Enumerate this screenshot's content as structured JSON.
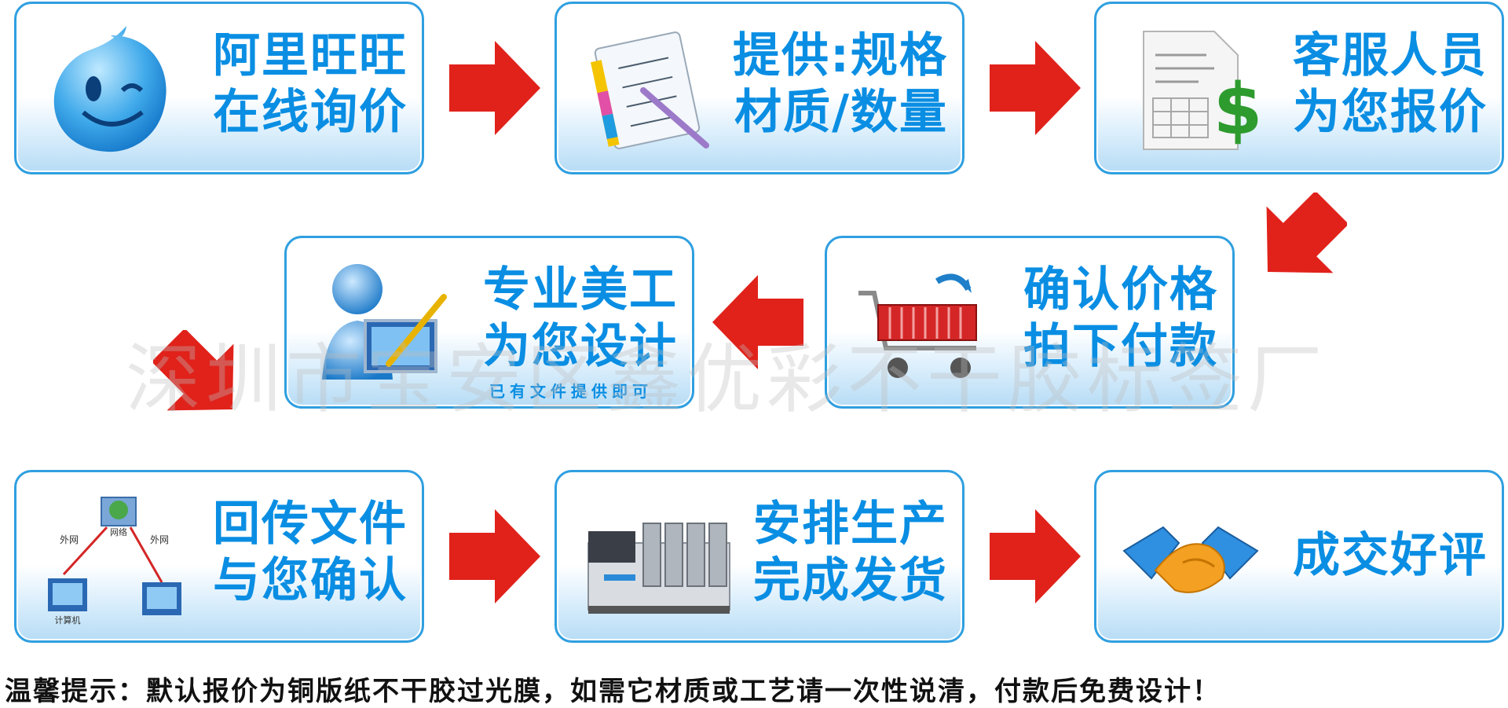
{
  "steps": [
    {
      "line1": "阿里旺旺",
      "line2": "在线询价",
      "icon": "wangwang-mascot-icon"
    },
    {
      "line1": "提供:规格",
      "line2": "材质/数量",
      "icon": "notebook-pen-icon"
    },
    {
      "line1": "客服人员",
      "line2": "为您报价",
      "icon": "invoice-dollar-icon"
    },
    {
      "line1": "确认价格",
      "line2": "拍下付款",
      "icon": "shopping-cart-icon"
    },
    {
      "line1": "专业美工",
      "line2": "为您设计",
      "note": "已有文件提供即可",
      "icon": "designer-icon"
    },
    {
      "line1": "回传文件",
      "line2": "与您确认",
      "icon": "network-computers-icon",
      "labels": {
        "outer_left": "外网",
        "outer_right": "外网",
        "net": "网络",
        "pc": "计算机"
      }
    },
    {
      "line1": "安排生产",
      "line2": "完成发货",
      "icon": "printing-press-icon"
    },
    {
      "line1": "成交好评",
      "icon": "handshake-icon"
    }
  ],
  "watermark": "深圳市宝安区鑫优彩不干胶标签厂",
  "footer": "温馨提示：默认报价为铜版纸不干胶过光膜，如需它材质或工艺请一次性说清，付款后免费设计！",
  "colors": {
    "accent_text": "#0a8ee3",
    "border": "#2f9fe0",
    "arrow": "#e0221b"
  }
}
